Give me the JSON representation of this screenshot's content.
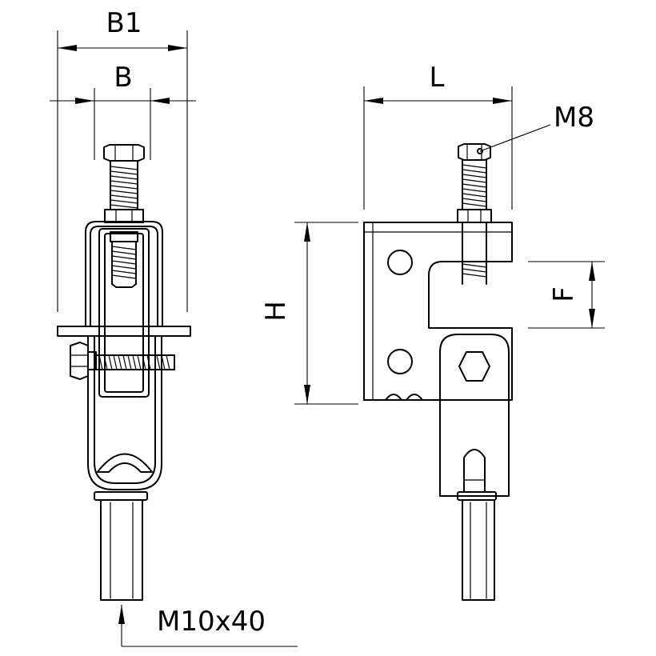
{
  "labels": {
    "b1": "B1",
    "b": "B",
    "l": "L",
    "m8": "M8",
    "h": "H",
    "f": "F",
    "m10x40": "M10x40"
  },
  "colors": {
    "stroke": "#000000",
    "background": "#ffffff"
  }
}
